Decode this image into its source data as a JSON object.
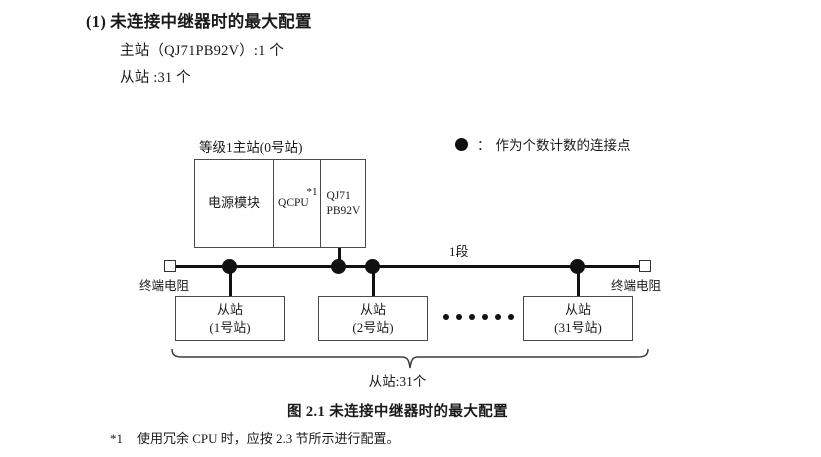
{
  "section": {
    "number": "(1)",
    "title": "未连接中继器时的最大配置",
    "spec_master": "主站（QJ71PB92V）:1 个",
    "spec_slave": "从站 :31 个"
  },
  "legend": {
    "marker": "connection-point-dot",
    "colon": "：",
    "text": "作为个数计数的连接点",
    "marker_color": "#111111"
  },
  "diagram": {
    "master_label": "等级1主站(0号站)",
    "module": {
      "power": "电源模块",
      "cpu": "QCPU",
      "cpu_footnote_mark": "*1",
      "network_line1": "QJ71",
      "network_line2": "PB92V"
    },
    "segment_label": "1段",
    "terminator_left": "终端电阻",
    "terminator_right": "终端电阻",
    "slaves": [
      {
        "name": "从站",
        "station": "(1号站)"
      },
      {
        "name": "从站",
        "station": "(2号站)"
      },
      {
        "name": "从站",
        "station": "(31号站)"
      }
    ],
    "ellipsis_dots": 6,
    "node_dot_count": 4,
    "brace_label": "从站:31个",
    "line_color": "#111111",
    "box_border_color": "#4a4a4a"
  },
  "caption": "图 2.1  未连接中继器时的最大配置",
  "footnote": {
    "mark": "*1",
    "text": "使用冗余 CPU 时，应按 2.3 节所示进行配置。"
  }
}
